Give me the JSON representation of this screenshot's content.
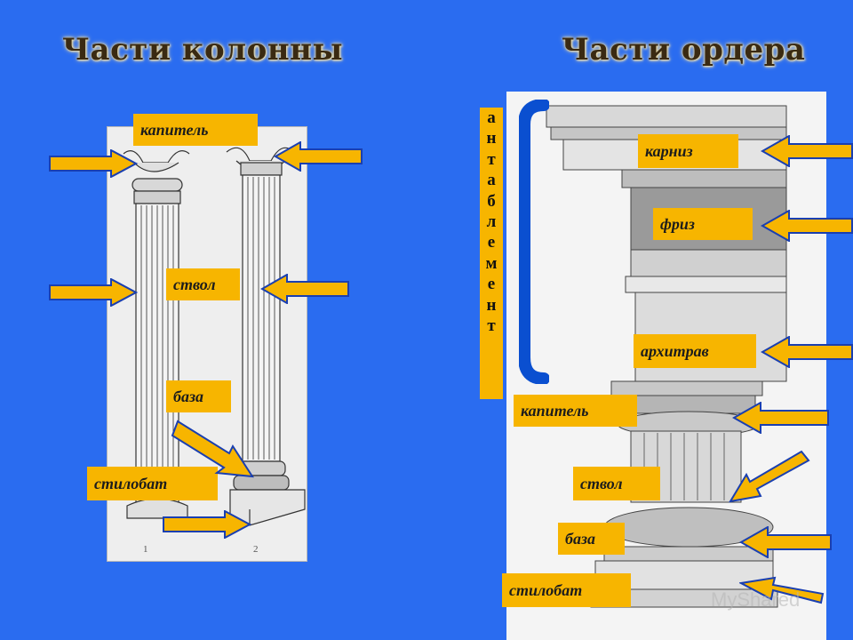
{
  "titles": {
    "left": "Части колонны",
    "right": "Части ордера"
  },
  "left_panel": {
    "labels": {
      "capital": "капитель",
      "shaft": "ствол",
      "base": "база",
      "stylobate": "стилобат"
    },
    "figure_numbers": [
      "1",
      "2"
    ]
  },
  "right_panel": {
    "entablature_letters": [
      "а",
      "н",
      "т",
      "а",
      "б",
      "л",
      "е",
      "м",
      "е",
      "н",
      "т"
    ],
    "labels": {
      "cornice": "карниз",
      "frieze": "фриз",
      "architrave": "архитрав",
      "capital": "капитель",
      "shaft": "ствол",
      "base": "база",
      "stylobate": "стилобат"
    }
  },
  "watermark": "MyShared",
  "colors": {
    "background": "#2a6cf0",
    "label": "#f7b500",
    "arrow_fill": "#f7b500",
    "arrow_stroke": "#1a3fb0",
    "brace": "#0a4fd0"
  }
}
